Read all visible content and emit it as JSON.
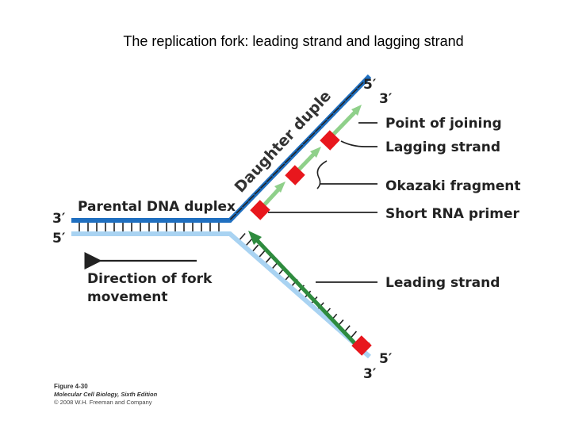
{
  "title": "The replication fork: leading strand and lagging strand",
  "strand_ends": {
    "top_5": "5′",
    "top_3": "3′",
    "left_3": "3′",
    "left_5": "5′",
    "bottom_5": "5′",
    "bottom_3": "3′"
  },
  "labels": {
    "parental_duplex": "Parental DNA duplex",
    "daughter_duplex": "Daughter duplex",
    "point_of_joining": "Point of joining",
    "lagging_strand": "Lagging strand",
    "okazaki_fragment": "Okazaki fragment",
    "short_rna_primer": "Short RNA primer",
    "leading_strand": "Leading strand",
    "direction_line1": "Direction of fork",
    "direction_line2": "movement"
  },
  "figure_caption": {
    "number": "Figure 4-30",
    "book": "Molecular Cell Biology, Sixth Edition",
    "copyright": "© 2008 W.H. Freeman and Company"
  },
  "colors": {
    "parental_top": "#1f6fc0",
    "parental_bottom": "#a9d3f2",
    "lagging_fragments": "#8fd08a",
    "leading_strand": "#2e8b3e",
    "rna_primer": "#e8171d",
    "label_lines": "#222222"
  }
}
